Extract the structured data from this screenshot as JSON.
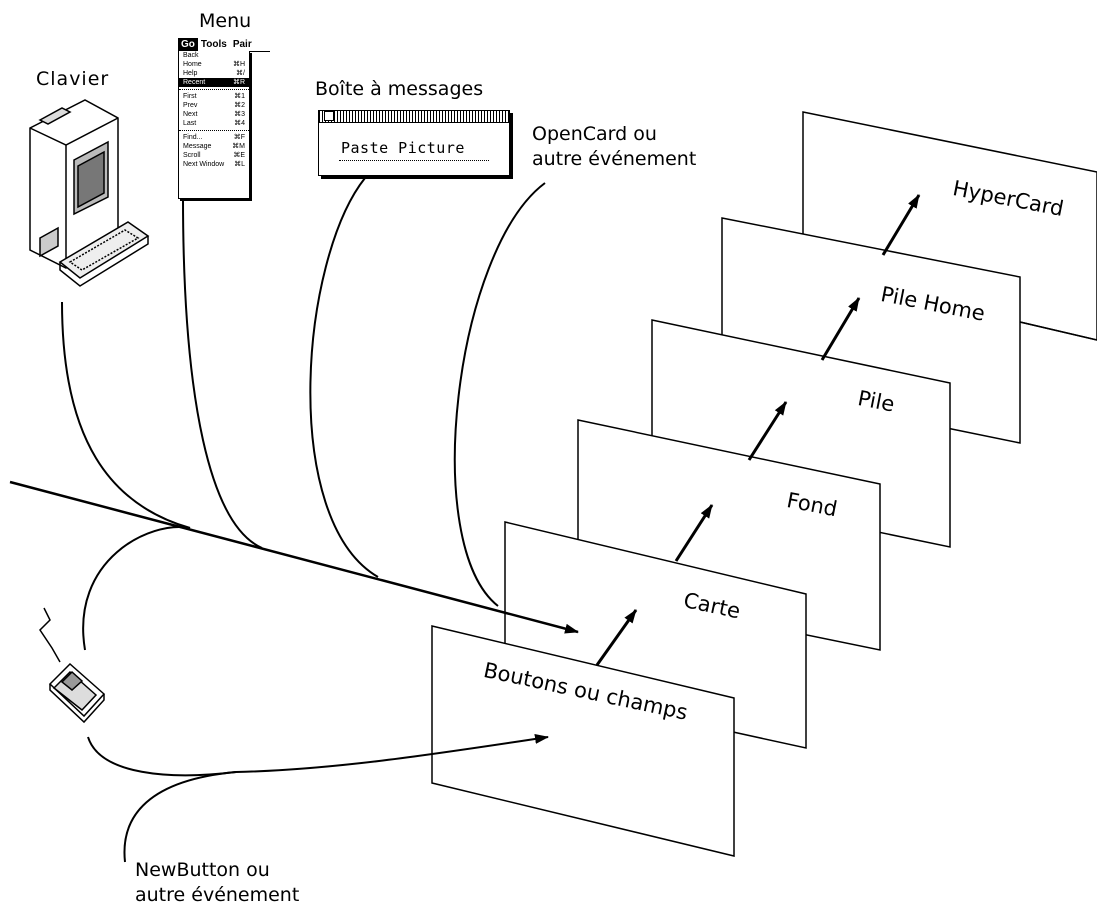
{
  "sources": {
    "keyboard_label": "Clavier",
    "menu_label": "Menu",
    "message_box_label": "Boîte à messages",
    "opencard_label_line1": "OpenCard ou",
    "opencard_label_line2": "autre événement",
    "newbutton_label_line1": "NewButton ou",
    "newbutton_label_line2": "autre événement"
  },
  "menu": {
    "bar": [
      "Go",
      "Tools",
      "Pair"
    ],
    "items": [
      {
        "label": "Back",
        "shortcut": ""
      },
      {
        "label": "Home",
        "shortcut": "⌘H"
      },
      {
        "label": "Help",
        "shortcut": "⌘/"
      },
      {
        "label": "Recent",
        "shortcut": "⌘R",
        "highlighted": true
      },
      {
        "label": "First",
        "shortcut": "⌘1"
      },
      {
        "label": "Prev",
        "shortcut": "⌘2"
      },
      {
        "label": "Next",
        "shortcut": "⌘3"
      },
      {
        "label": "Last",
        "shortcut": "⌘4"
      },
      {
        "label": "Find...",
        "shortcut": "⌘F"
      },
      {
        "label": "Message",
        "shortcut": "⌘M"
      },
      {
        "label": "Scroll",
        "shortcut": "⌘E"
      },
      {
        "label": "Next Window",
        "shortcut": "⌘L"
      }
    ]
  },
  "message_box": {
    "text": "Paste Picture"
  },
  "hierarchy": [
    "Boutons ou champs",
    "Carte",
    "Fond",
    "Pile",
    "Pile Home",
    "HyperCard"
  ]
}
